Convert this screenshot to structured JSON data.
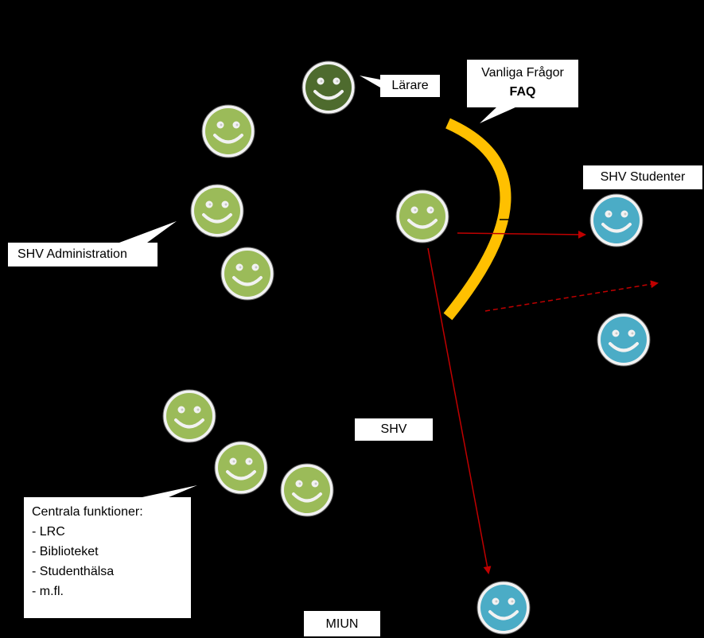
{
  "labels": {
    "larare": "Lärare",
    "faq_line1": "Vanliga Frågor",
    "faq_line2": "FAQ",
    "shv_studenter": "SHV Studenter",
    "shv_administration": "SHV Administration",
    "shv": "SHV",
    "miun": "MIUN",
    "centrala": {
      "title": "Centrala funktioner:",
      "items": [
        "- LRC",
        "- Biblioteket",
        "- Studenthälsa",
        "- m.fl."
      ]
    }
  },
  "colors": {
    "background": "#000000",
    "smiley_teacher": "#4e6b2e",
    "smiley_green": "#9bbb59",
    "smiley_blue": "#4bacc6",
    "smiley_border": "#f2f2f2",
    "arc": "#ffc000",
    "arrow": "#c00000"
  },
  "smileys": [
    {
      "id": "teacher",
      "color": "smiley_teacher"
    },
    {
      "id": "admin-1",
      "color": "smiley_green"
    },
    {
      "id": "admin-2",
      "color": "smiley_green"
    },
    {
      "id": "admin-3",
      "color": "smiley_green"
    },
    {
      "id": "shv-center",
      "color": "smiley_green"
    },
    {
      "id": "central-1",
      "color": "smiley_green"
    },
    {
      "id": "central-2",
      "color": "smiley_green"
    },
    {
      "id": "central-3",
      "color": "smiley_green"
    },
    {
      "id": "student-1",
      "color": "smiley_blue"
    },
    {
      "id": "student-2",
      "color": "smiley_blue"
    },
    {
      "id": "miun",
      "color": "smiley_blue"
    }
  ]
}
